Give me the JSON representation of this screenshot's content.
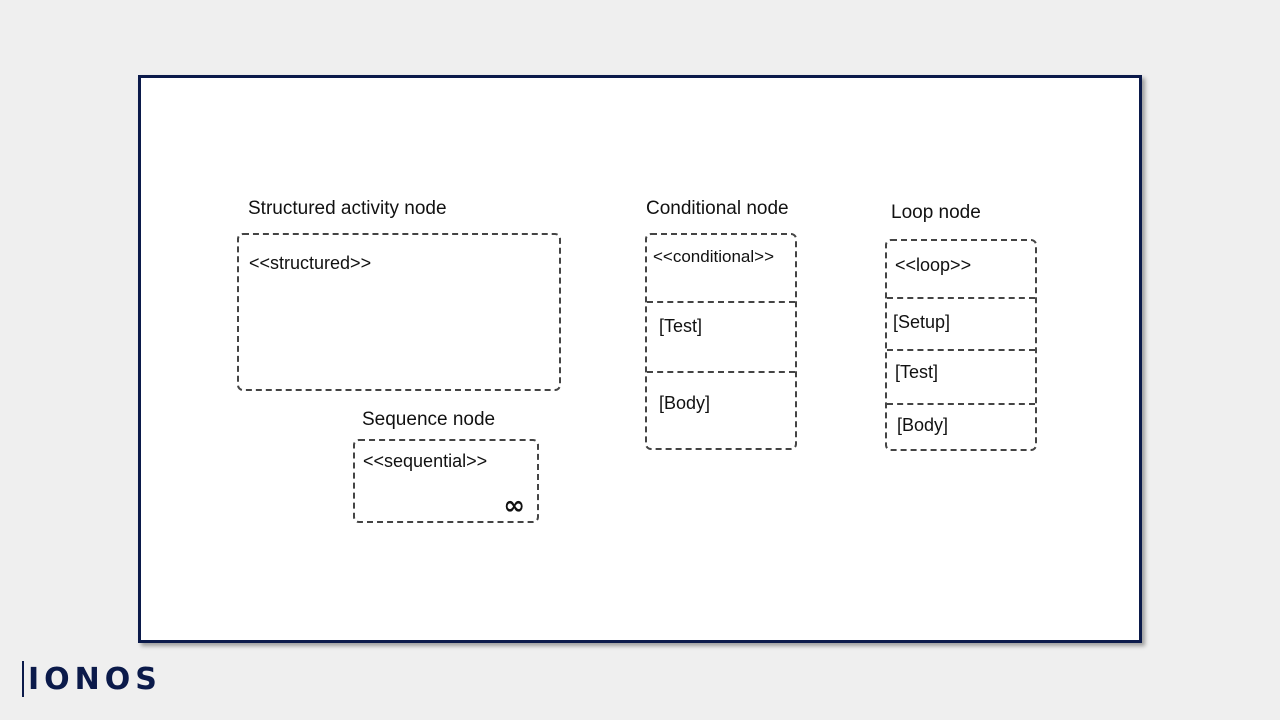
{
  "diagram": {
    "structured": {
      "title": "Structured activity node",
      "stereotype": "<<structured>>"
    },
    "sequence": {
      "title": "Sequence node",
      "stereotype": "<<sequential>>",
      "symbol": "∞"
    },
    "conditional": {
      "title": "Conditional node",
      "stereotype": "<<conditional>>",
      "sections": [
        "[Test]",
        "[Body]"
      ]
    },
    "loop": {
      "title": "Loop node",
      "stereotype": "<<loop>>",
      "sections": [
        "[Setup]",
        "[Test]",
        "[Body]"
      ]
    }
  },
  "brand": {
    "logo_text": "IONOS",
    "color": "#0b1a4a"
  }
}
